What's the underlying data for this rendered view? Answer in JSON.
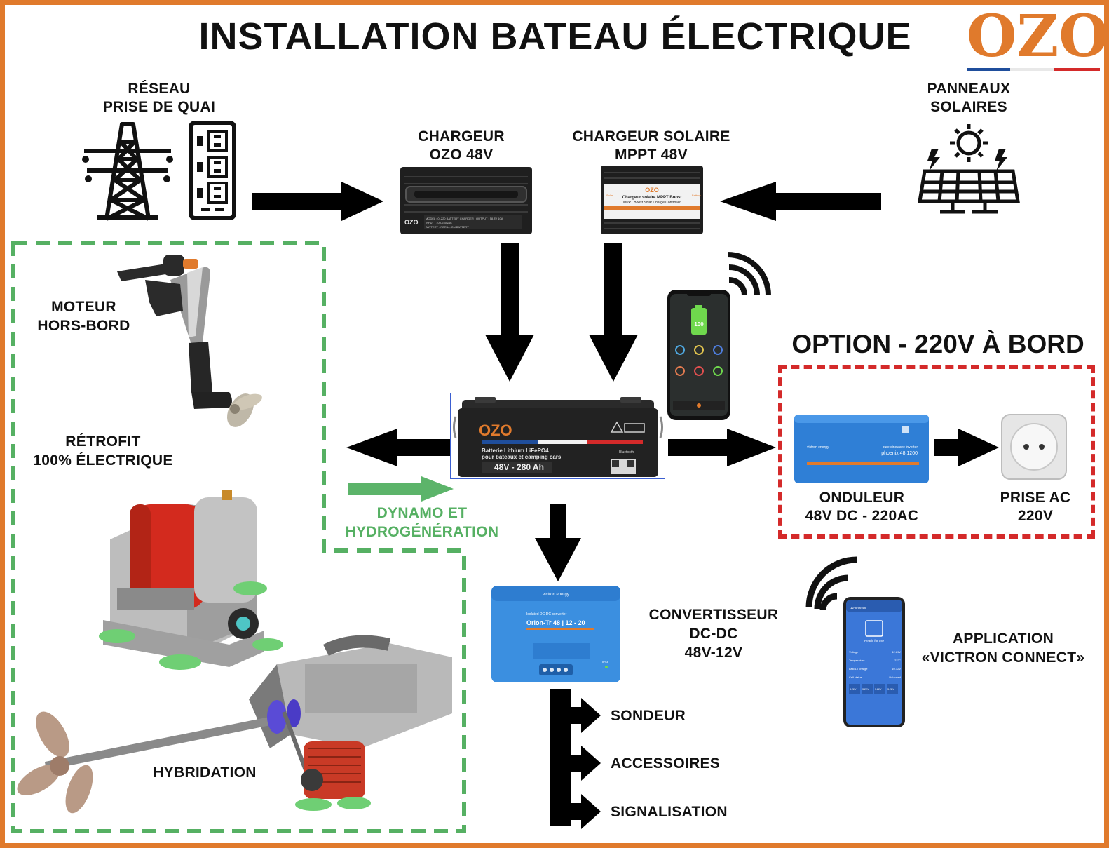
{
  "title": "INSTALLATION BATEAU ÉLECTRIQUE",
  "logo": {
    "text": "OZO",
    "color": "#e07a2c",
    "flag_colors": [
      "#1f4e9c",
      "#ffffff",
      "#d42a2a"
    ]
  },
  "colors": {
    "frame": "#e07a2c",
    "green_box": "#56b063",
    "red_box": "#d42a2a",
    "arrow": "#000000",
    "dynamo_arrow": "#5cb46a"
  },
  "labels": {
    "shore_power_1": "RÉSEAU",
    "shore_power_2": "PRISE DE QUAI",
    "charger_1": "CHARGEUR",
    "charger_2": "OZO 48V",
    "solar_charger_1": "CHARGEUR SOLAIRE",
    "solar_charger_2": "MPPT 48V",
    "solar_panels_1": "PANNEAUX",
    "solar_panels_2": "SOLAIRES",
    "outboard_1": "MOTEUR",
    "outboard_2": "HORS-BORD",
    "retrofit_1": "RÉTROFIT",
    "retrofit_2": "100% ÉLECTRIQUE",
    "hybrid": "HYBRIDATION",
    "dynamo_1": "DYNAMO ET",
    "dynamo_2": "HYDROGÉNÉRATION",
    "option_title": "OPTION - 220V À BORD",
    "inverter_1": "ONDULEUR",
    "inverter_2": "48V DC - 220AC",
    "ac_outlet_1": "PRISE AC",
    "ac_outlet_2": "220V",
    "dcdc_1": "CONVERTISSEUR",
    "dcdc_2": "DC-DC",
    "dcdc_3": "48V-12V",
    "sonar": "SONDEUR",
    "accessories": "ACCESSOIRES",
    "signaling": "SIGNALISATION",
    "app_1": "APPLICATION",
    "app_2": "«VICTRON CONNECT»"
  },
  "devices": {
    "charger": {
      "brand": "OZO",
      "model_text": "MODEL : 01220 BATTERY CHARGER",
      "input": "INPUT : 100-240VAC",
      "output": "OUTPUT : 58.8V 10A",
      "battery": "BATTERY : FOR LI-ION BATTERY"
    },
    "solar_charger": {
      "brand": "OZO",
      "line1": "Chargeur solaire MPPT Boost",
      "line2": "MPPT Boost Solar Charge Controller",
      "tag_left": "Solar",
      "tag_right": "Battery"
    },
    "battery": {
      "brand": "OZO",
      "line1": "Batterie Lithium LiFePO4",
      "line2": "pour bateaux et camping cars",
      "rating": "48V - 280 Ah",
      "bluetooth": "Bluetooth"
    },
    "phone_battery": {
      "percent": "100"
    },
    "inverter": {
      "brand": "victron energy",
      "line1": "pure sinewave inverter",
      "line2": "phoenix 48 1200"
    },
    "dcdc": {
      "brand": "victron energy",
      "line1": "Isolated DC-DC converter",
      "line2": "Orion-Tr 48 | 12 - 20",
      "ip": "IP43"
    },
    "app_phone": {
      "header": "12-8-96-48",
      "status": "Ready for use",
      "rows": [
        {
          "label": "Voltage",
          "value": "12.89V"
        },
        {
          "label": "Temperature",
          "value": "22°C"
        },
        {
          "label": "Last 10 charge",
          "value": "10.12V"
        },
        {
          "label": "Cell status",
          "value": "Balanced"
        }
      ],
      "cells": [
        "3.22V",
        "3.22V",
        "3.22V",
        "3.22V"
      ]
    }
  }
}
